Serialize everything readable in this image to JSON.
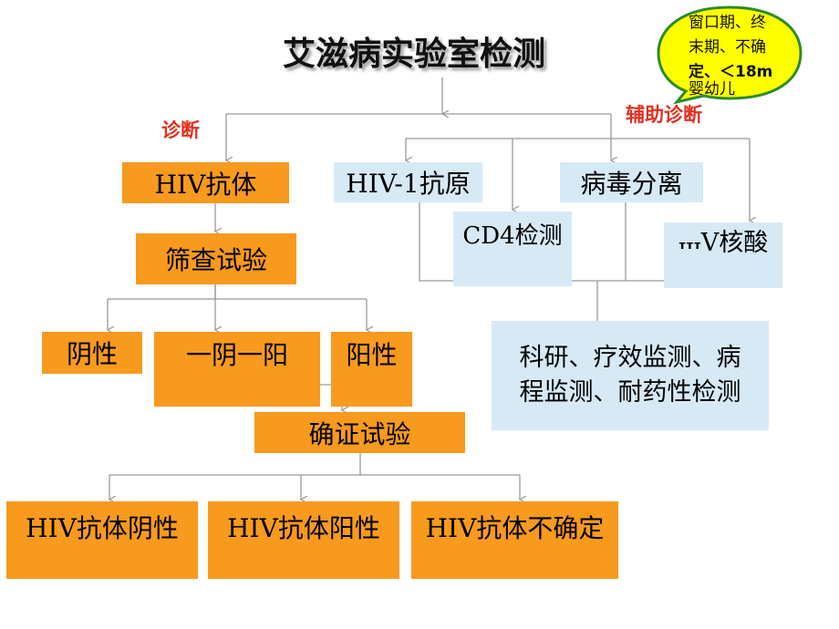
{
  "title": "艾滋病实验室检测",
  "callout": {
    "line1": "窗口期、终",
    "line2": "末期、不确",
    "line3": "定、＜18m",
    "line4": "婴幼儿"
  },
  "branch_labels": {
    "diagnosis": "诊断",
    "auxiliary": "辅助诊断"
  },
  "nodes": {
    "hiv_antibody": "HIV抗体",
    "screening": "筛查试验",
    "negative": "阴性",
    "neg_pos": "一阴一阳",
    "positive": "阳性",
    "confirm": "确证试验",
    "result_negative": "HIV抗体阴性",
    "result_positive": "HIV抗体阳性",
    "result_uncertain": "HIV抗体不确定",
    "antigen": "HIV-1抗原",
    "virus_isolation": "病毒分离",
    "cd4": "CD4检测",
    "nucleic_acid": "V核酸",
    "research_line1": "科研、疗效监测、病",
    "research_line2": "程监测、耐药性检测"
  },
  "colors": {
    "orange": "#f79a1e",
    "light_blue": "#d7e9f5",
    "callout_yellow": "#ffff00",
    "callout_border": "#2e8b2e",
    "red_label": "#e0301e",
    "connector": "#999999"
  }
}
